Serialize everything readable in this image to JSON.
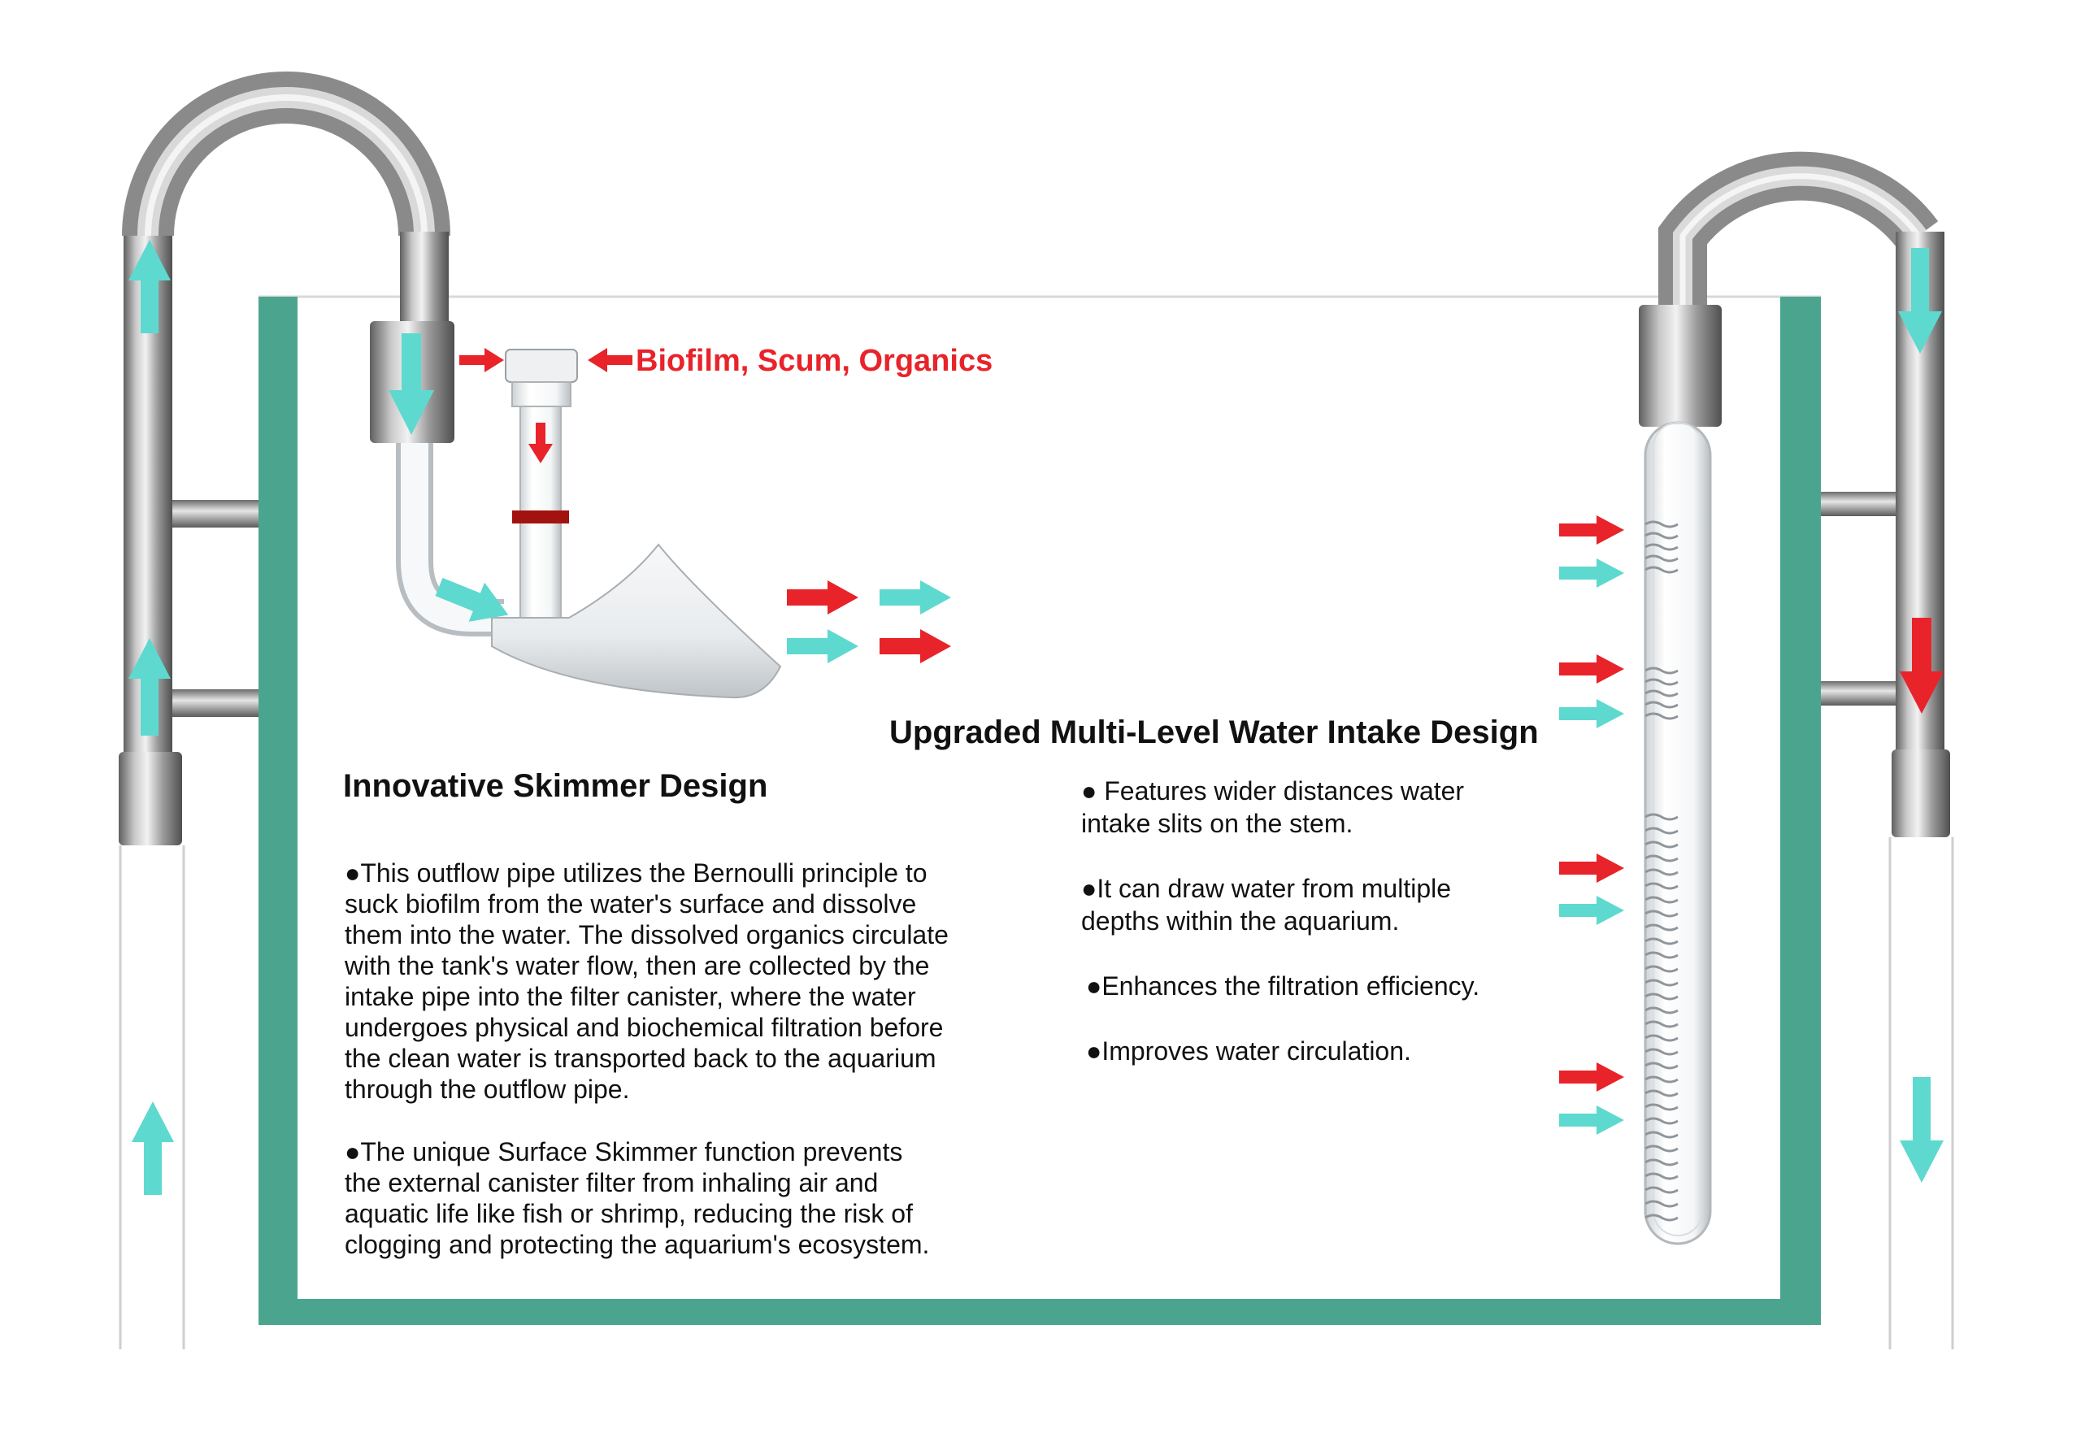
{
  "colors": {
    "tank": "#4ba58e",
    "red_arrow": "#e8232a",
    "cyan_arrow": "#5ed9cf",
    "steel": "#9c9c9c"
  },
  "icons": {
    "flow_up": "arrow-up-icon",
    "flow_down": "arrow-down-icon",
    "flow_right": "arrow-right-icon"
  },
  "skimmer_callout": {
    "label": "Biofilm, Scum, Organics"
  },
  "skimmer": {
    "heading": "Innovative Skimmer Design",
    "paragraph1": [
      "●This outflow pipe utilizes the Bernoulli principle to",
      "suck biofilm from the water's surface and dissolve",
      "them into the water. The dissolved organics circulate",
      "with the tank's water flow, then are collected by the",
      "intake pipe into the filter canister, where the water",
      "undergoes physical and biochemical filtration before",
      "the clean water is transported back to the aquarium",
      "through the outflow pipe."
    ],
    "paragraph2": [
      "●The unique Surface Skimmer function prevents",
      "the external canister filter from inhaling air and",
      "aquatic life like fish or shrimp, reducing the risk of",
      "clogging and protecting the aquarium's ecosystem."
    ]
  },
  "intake": {
    "heading": "Upgraded Multi-Level Water Intake Design",
    "bullets": [
      [
        "● Features wider distances water",
        "intake slits on the stem."
      ],
      [
        "●It can draw water from multiple",
        "depths within the aquarium."
      ],
      [
        "●Enhances the filtration efficiency."
      ],
      [
        "●Improves water circulation."
      ]
    ]
  }
}
